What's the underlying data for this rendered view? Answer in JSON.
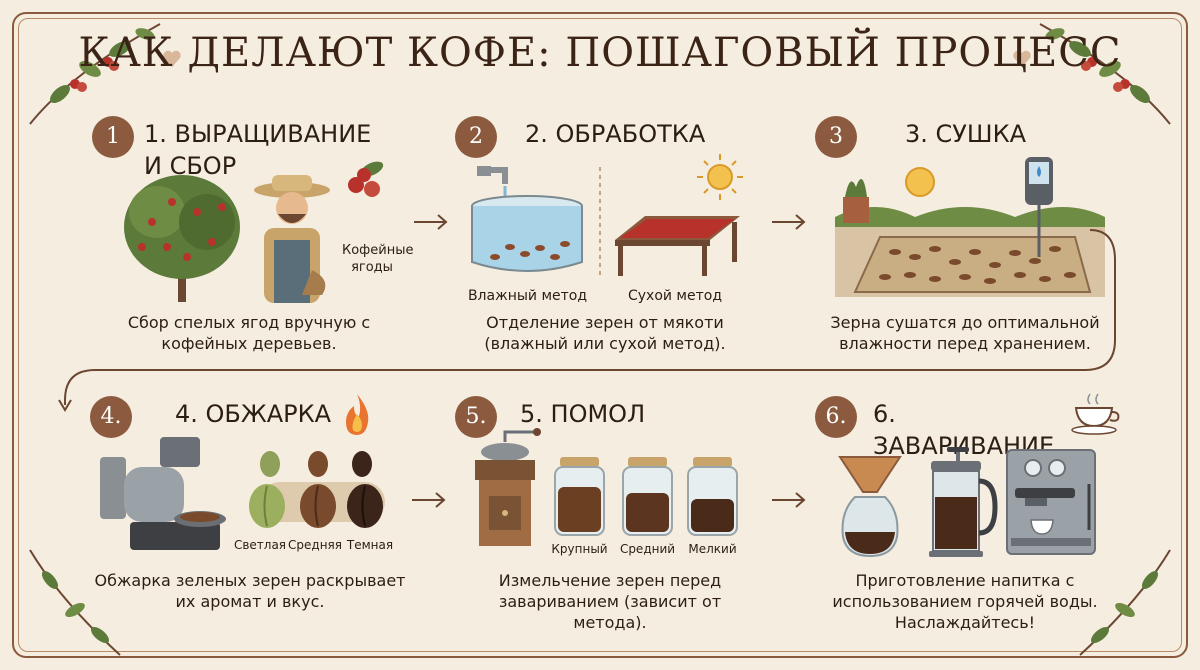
{
  "title": "КАК ДЕЛАЮТ КОФЕ: ПОШАГОВЫЙ ПРОЦЕСС",
  "steps": [
    {
      "number": "1",
      "title": "1. ВЫРАЩИВАНИЕ И СБОР",
      "label": "Кофейные ягоды",
      "description": "Сбор спелых ягод вручную с кофейных деревьев."
    },
    {
      "number": "2",
      "title": "2. ОБРАБОТКА",
      "wet_label": "Влажный метод",
      "dry_label": "Сухой метод",
      "description": "Отделение зерен от мякоти (влажный или сухой метод)."
    },
    {
      "number": "3",
      "title": "3. СУШКА",
      "description": "Зерна сушатся до оптимальной влажности перед хранением."
    },
    {
      "number": "4.",
      "title": "4. ОБЖАРКА",
      "roasts": [
        "Светлая",
        "Средняя",
        "Темная"
      ],
      "description": "Обжарка зеленых зерен раскрывает их аромат и вкус."
    },
    {
      "number": "5.",
      "title": "5. ПОМОЛ",
      "grinds": [
        "Крупный",
        "Средний",
        "Мелкий"
      ],
      "description": "Измельчение зерен перед завариванием (зависит от метода)."
    },
    {
      "number": "6.",
      "title": "6. ЗАВАРИВАНИЕ",
      "description": "Приготовление напитка с использованием горячей воды. Наслаждайтесь!"
    }
  ],
  "colors": {
    "background": "#f5ede0",
    "accent": "#8c5b3f",
    "berry": "#b8322c",
    "leaf": "#5c7a3a"
  }
}
